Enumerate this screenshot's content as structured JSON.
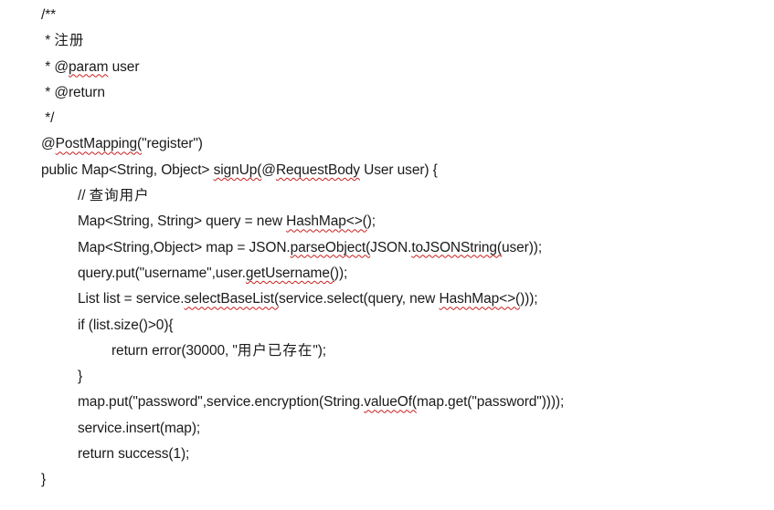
{
  "document": {
    "background": "#ffffff",
    "text_color": "#1a1a1a",
    "squiggle_color": "#c81e1e",
    "language": "java"
  },
  "code": {
    "lines": [
      {
        "indent": 0,
        "segments": [
          {
            "text": "/**"
          }
        ]
      },
      {
        "indent": 0,
        "segments": [
          {
            "text": " * "
          },
          {
            "text": "注册",
            "cjk": true
          }
        ]
      },
      {
        "indent": 0,
        "segments": [
          {
            "text": " * @"
          },
          {
            "text": "param",
            "squiggle": true
          },
          {
            "text": " user"
          }
        ]
      },
      {
        "indent": 0,
        "segments": [
          {
            "text": " * @return"
          }
        ]
      },
      {
        "indent": 0,
        "segments": [
          {
            "text": " */"
          }
        ]
      },
      {
        "indent": 0,
        "segments": [
          {
            "text": "@"
          },
          {
            "text": "PostMapping(",
            "squiggle": true
          },
          {
            "text": "\"register\")"
          }
        ]
      },
      {
        "indent": 0,
        "segments": [
          {
            "text": "public Map<String, Object> "
          },
          {
            "text": "signUp(",
            "squiggle": true
          },
          {
            "text": "@"
          },
          {
            "text": "RequestBody",
            "squiggle": true
          },
          {
            "text": " User user) {"
          }
        ]
      },
      {
        "indent": 1,
        "segments": [
          {
            "text": "// "
          },
          {
            "text": "查询用户",
            "cjk": true
          }
        ]
      },
      {
        "indent": 1,
        "segments": [
          {
            "text": "Map<String, String> query = new "
          },
          {
            "text": "HashMap<>(",
            "squiggle": true
          },
          {
            "text": ");"
          }
        ]
      },
      {
        "indent": 1,
        "segments": [
          {
            "text": "Map<String,Object> map = JSON."
          },
          {
            "text": "parseObject(",
            "squiggle": true
          },
          {
            "text": "JSON."
          },
          {
            "text": "toJSONString(",
            "squiggle": true
          },
          {
            "text": "user));"
          }
        ]
      },
      {
        "indent": 1,
        "segments": [
          {
            "text": "query.put(\"username\",user."
          },
          {
            "text": "getUsername(",
            "squiggle": true
          },
          {
            "text": "));"
          }
        ]
      },
      {
        "indent": 1,
        "segments": [
          {
            "text": "List list = service."
          },
          {
            "text": "selectBaseList(",
            "squiggle": true
          },
          {
            "text": "service.select(query, new "
          },
          {
            "text": "HashMap<>(",
            "squiggle": true
          },
          {
            "text": ")));"
          }
        ]
      },
      {
        "indent": 1,
        "segments": [
          {
            "text": "if (list.size()>0){"
          }
        ]
      },
      {
        "indent": 2,
        "segments": [
          {
            "text": "return error(30000, \""
          },
          {
            "text": "用户已存在",
            "cjk": true
          },
          {
            "text": "\");"
          }
        ]
      },
      {
        "indent": 1,
        "segments": [
          {
            "text": "}"
          }
        ]
      },
      {
        "indent": 1,
        "segments": [
          {
            "text": "map.put(\"password\",service.encryption(String."
          },
          {
            "text": "valueOf(",
            "squiggle": true
          },
          {
            "text": "map.get(\"password\"))));"
          }
        ]
      },
      {
        "indent": 1,
        "segments": [
          {
            "text": "service.insert(map);"
          }
        ]
      },
      {
        "indent": 1,
        "segments": [
          {
            "text": "return success(1);"
          }
        ]
      },
      {
        "indent": 0,
        "segments": [
          {
            "text": "}"
          }
        ]
      }
    ]
  }
}
